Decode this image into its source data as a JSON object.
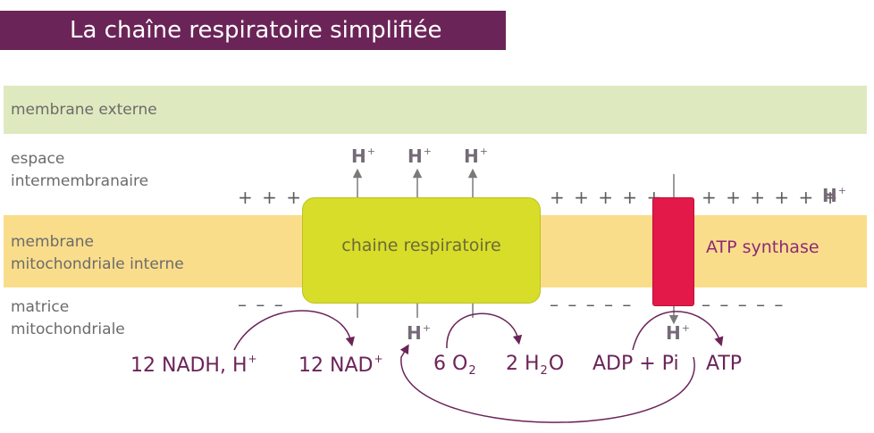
{
  "title": "La chaîne respiratoire simplifiée",
  "layers": {
    "outer_membrane": "membrane externe",
    "intermembrane_line1": "espace",
    "intermembrane_line2": "intermembranaire",
    "inner_membrane_line1": "membrane",
    "inner_membrane_line2": "mitochondriale interne",
    "matrix_line1": "matrice",
    "matrix_line2": "mitochondriale"
  },
  "charges": {
    "top_left": "+ + +",
    "top_middle": "+ + + + +",
    "top_right": "+ + + + + +",
    "bottom_left": "– – –",
    "bottom_middle": "– – – – –",
    "bottom_right": "– – – – –"
  },
  "proton": {
    "symbol": "H",
    "charge": "+"
  },
  "complexes": {
    "chain": "chaine respiratoire",
    "atp_synthase": "ATP synthase"
  },
  "reactions": {
    "nadh_main": "12 NADH, H",
    "nadh_charge": "+",
    "nad_main": "12 NAD",
    "nad_charge": "+",
    "oxygen_coef": "6 O",
    "oxygen_index": "2",
    "water_coef": "2 H",
    "water_index": "2",
    "water_end": "O",
    "adp": "ADP + Pi",
    "atp": "ATP"
  },
  "colors": {
    "title_bg": "#6b2458",
    "outer_membrane": "#dfe9bf",
    "inner_membrane": "#fadd8b",
    "chain": "#d7dd29",
    "atp_synthase": "#e3194a",
    "arrow": "#6b2458"
  }
}
